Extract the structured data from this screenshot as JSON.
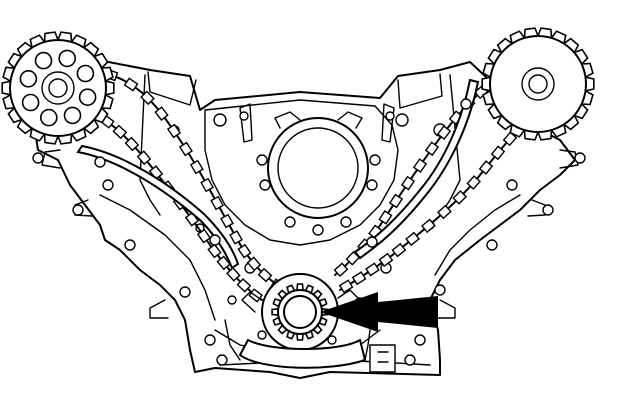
{
  "figure": {
    "colors": {
      "line": "#000000",
      "background": "#ffffff",
      "arrow": "#000000"
    },
    "parts": [
      "engine-block-front-cover",
      "left-camshaft-sprocket",
      "right-camshaft-sprocket",
      "left-timing-chain",
      "right-timing-chain",
      "left-chain-guide",
      "right-chain-guide",
      "crankshaft-sprocket",
      "water-pump-opening",
      "oil-pump-housing",
      "pointer-arrow"
    ]
  }
}
